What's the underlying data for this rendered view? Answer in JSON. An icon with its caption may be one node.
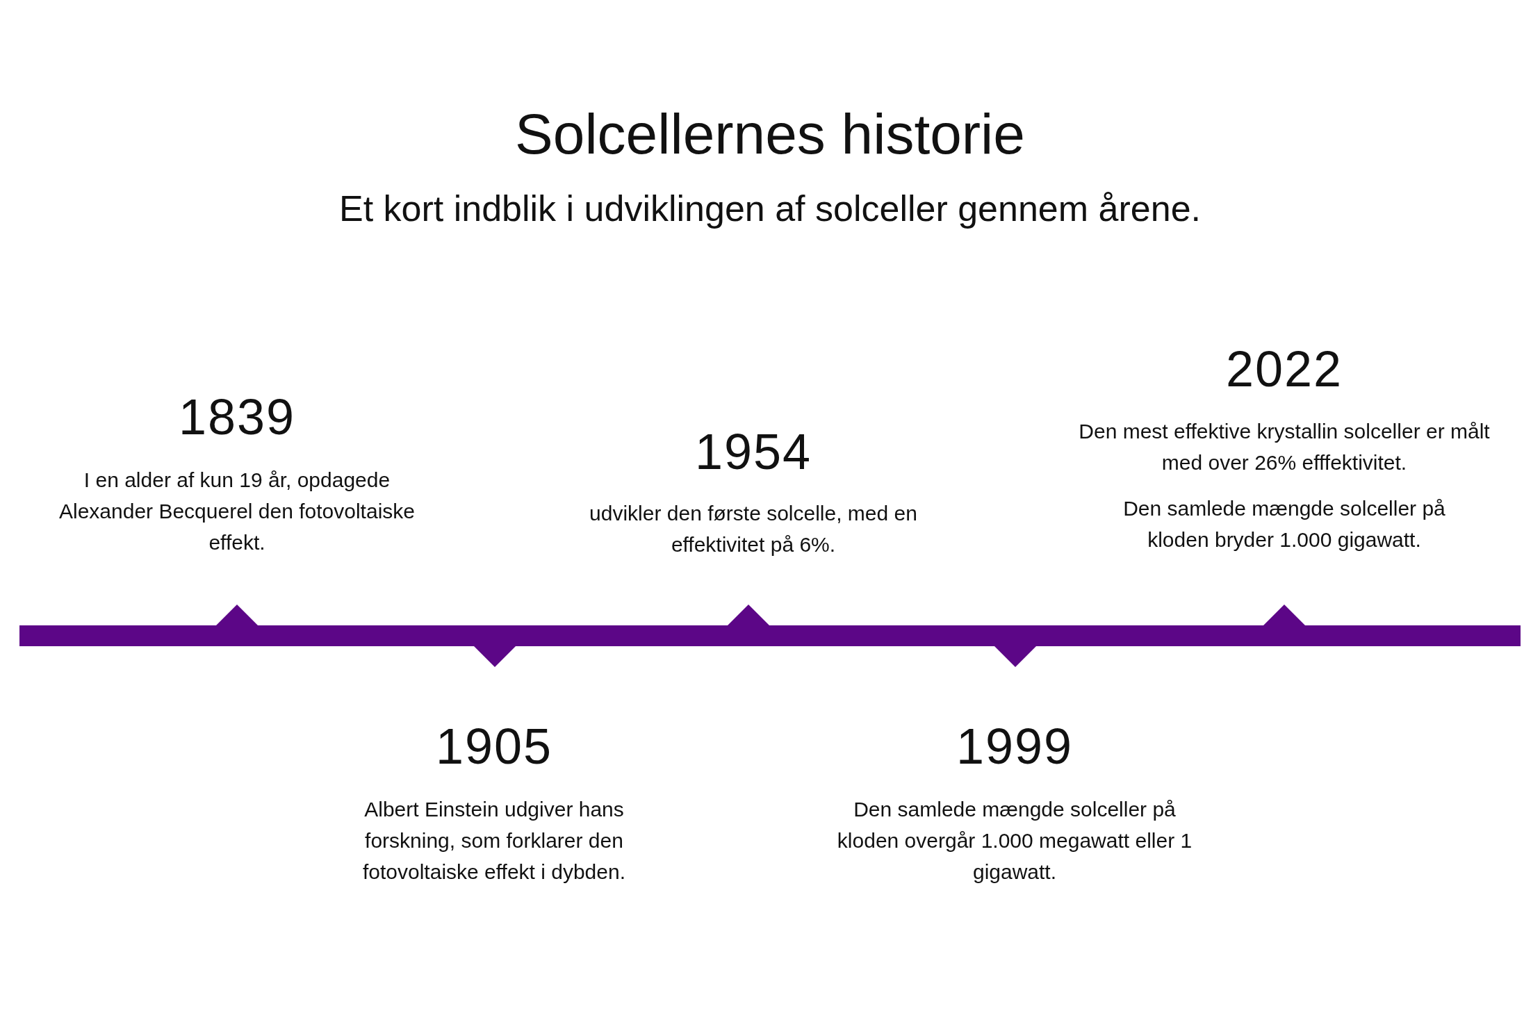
{
  "diagram": {
    "title": "Solcellernes historie",
    "labels": [
      "Et kort indblik i udviklingen af solceller gennem årene.",
      "1839",
      "I en alder af kun 19 år, opdagede Alexander Becquerel den fotovoltaiske effekt.",
      "1954",
      "udvikler den første solcelle, med en effektivitet på 6%.",
      "2022",
      "Den mest effektive krystallin solceller er målt med over 26% efffektivitet.",
      "Den samlede mængde solceller på kloden bryder 1.000 gigawatt.",
      "1905",
      "Albert Einstein udgiver hans forskning, som forklarer den fotovoltaiske effekt i dybden.",
      "1999",
      "Den samlede mængde solceller på kloden overgår 1.000 megawatt eller 1 gigawatt."
    ]
  }
}
